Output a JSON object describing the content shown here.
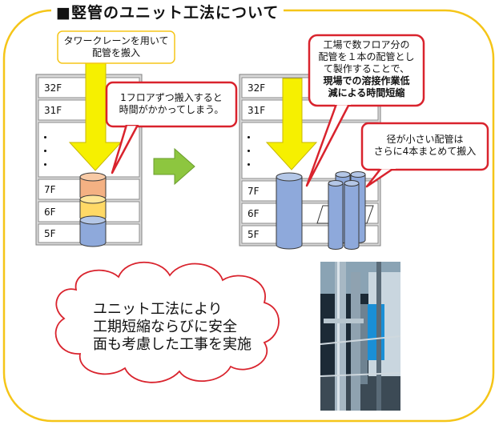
{
  "title": "■竪管のユニット工法について",
  "tower_crane_label": [
    "タワークレーンを用いて",
    "配管を搬入"
  ],
  "callout_one_floor": [
    "1フロアずつ搬入すると",
    "時間がかかってしまう。"
  ],
  "callout_factory": {
    "lines": [
      "工場で数フロア分の",
      "配管を１本の配管とし",
      "て製作することで、"
    ],
    "emphasis": [
      "現場での溶接作業低",
      "減による時間短縮"
    ]
  },
  "callout_small_pipes": [
    "径が小さい配管は",
    "さらに4本まとめて搬入"
  ],
  "conclusion": [
    "ユニット工法により",
    "工期短縮ならびに安全",
    "面も考慮した工事を実施"
  ],
  "floors_before": [
    "32F",
    "31F",
    "7F",
    "6F",
    "5F"
  ],
  "floors_after": [
    "32F",
    "31F",
    "7F",
    "6F",
    "5F"
  ],
  "colors": {
    "frame": "#f5c518",
    "arrow_yellow": "#f6f000",
    "arrow_green": "#8dc63f",
    "callout_border": "#d9232d",
    "pipe_blue": "#8ea9db",
    "pipe_orange": "#f4b183",
    "pipe_yellow": "#ffd966",
    "building_fill": "#d9d9d9"
  }
}
